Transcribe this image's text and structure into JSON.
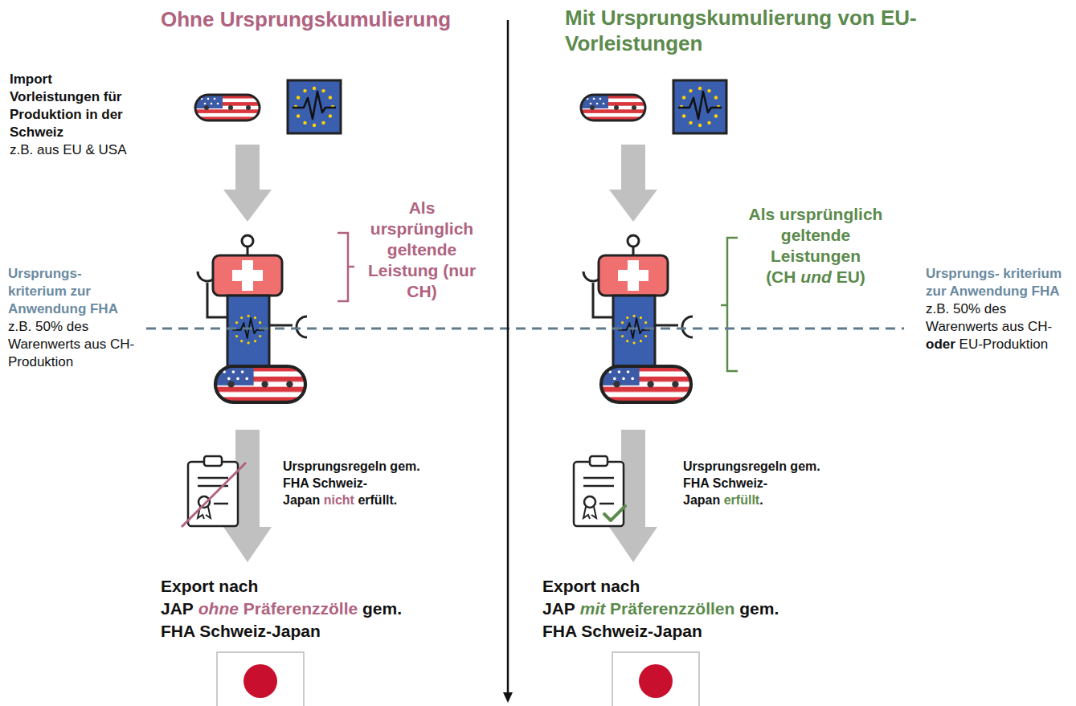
{
  "diagram": {
    "labels": [
      "Ohne Ursprungskumulierung",
      "Mit Ursprungskumulierung von EU-Vorleistungen",
      "Import Vorleistungen für Produktion in der Schweiz",
      "z.B. aus EU & USA",
      "Als ursprünglich geltende Leistung (nur CH)",
      "Als ursprünglich geltende Leistungen (CH",
      "und",
      "EU)",
      "Ursprungs- kriterium zur Anwendung FHA",
      "z.B. 50% des Warenwerts aus CH-Produktion",
      "Ursprungs- kriterium zur Anwendung FHA",
      "z.B. 50% des Warenwerts aus CH-",
      "oder",
      "EU-Produktion",
      "Ursprungsregeln gem. FHA Schweiz-Japan",
      "nicht",
      "erfüllt.",
      "Ursprungsregeln gem. FHA Schweiz-Japan",
      "erfüllt",
      ".",
      "Export nach JAP",
      "ohne",
      "Präferenzzölle",
      "gem. FHA Schweiz-Japan",
      "Export nach JAP",
      "mit",
      "Präferenzzöllen",
      "gem. FHA Schweiz-Japan"
    ]
  }
}
